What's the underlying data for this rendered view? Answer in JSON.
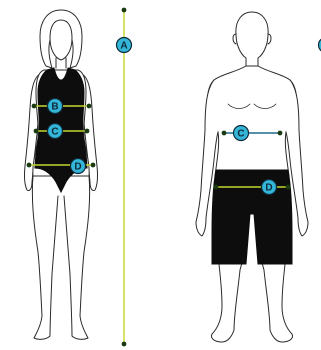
{
  "colors": {
    "outline": "#2a2a2a",
    "garment": "#0d0d0d",
    "guide_line": "#c4d82e",
    "marker_dot": "#1a3a10",
    "badge_fill": "#33b6d8",
    "badge_stroke": "#0f2a3a",
    "badge_text": "#0f2a3a",
    "background": "#ffffff"
  },
  "markers": {
    "height": "A",
    "bust": "B",
    "waist": "C",
    "hips": "D"
  }
}
